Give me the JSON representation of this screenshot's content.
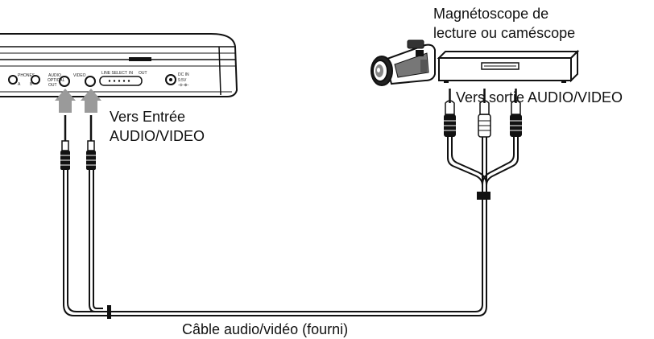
{
  "labels": {
    "source_device_line1": "Magnétoscope de",
    "source_device_line2": "lecture ou caméscope",
    "source_output": "Vers sortie AUDIO/VIDEO",
    "player_input_line1": "Vers Entrée",
    "player_input_line2": "AUDIO/VIDEO",
    "cable": "Câble audio/vidéo (fourni)"
  },
  "player_panel": {
    "phones": "PHONES",
    "phones_a": "A",
    "phones_b": "B",
    "audio": "AUDIO",
    "optical": "OPTICAL",
    "out": "OUT",
    "video": "VIDEO",
    "line_select": "LINE SELECT",
    "in": "IN",
    "out_switch": "OUT",
    "dc_in": "DC IN",
    "dc_voltage": "9.5V"
  },
  "colors": {
    "line": "#111111",
    "arrow": "#9a9a9a",
    "background": "#ffffff"
  }
}
